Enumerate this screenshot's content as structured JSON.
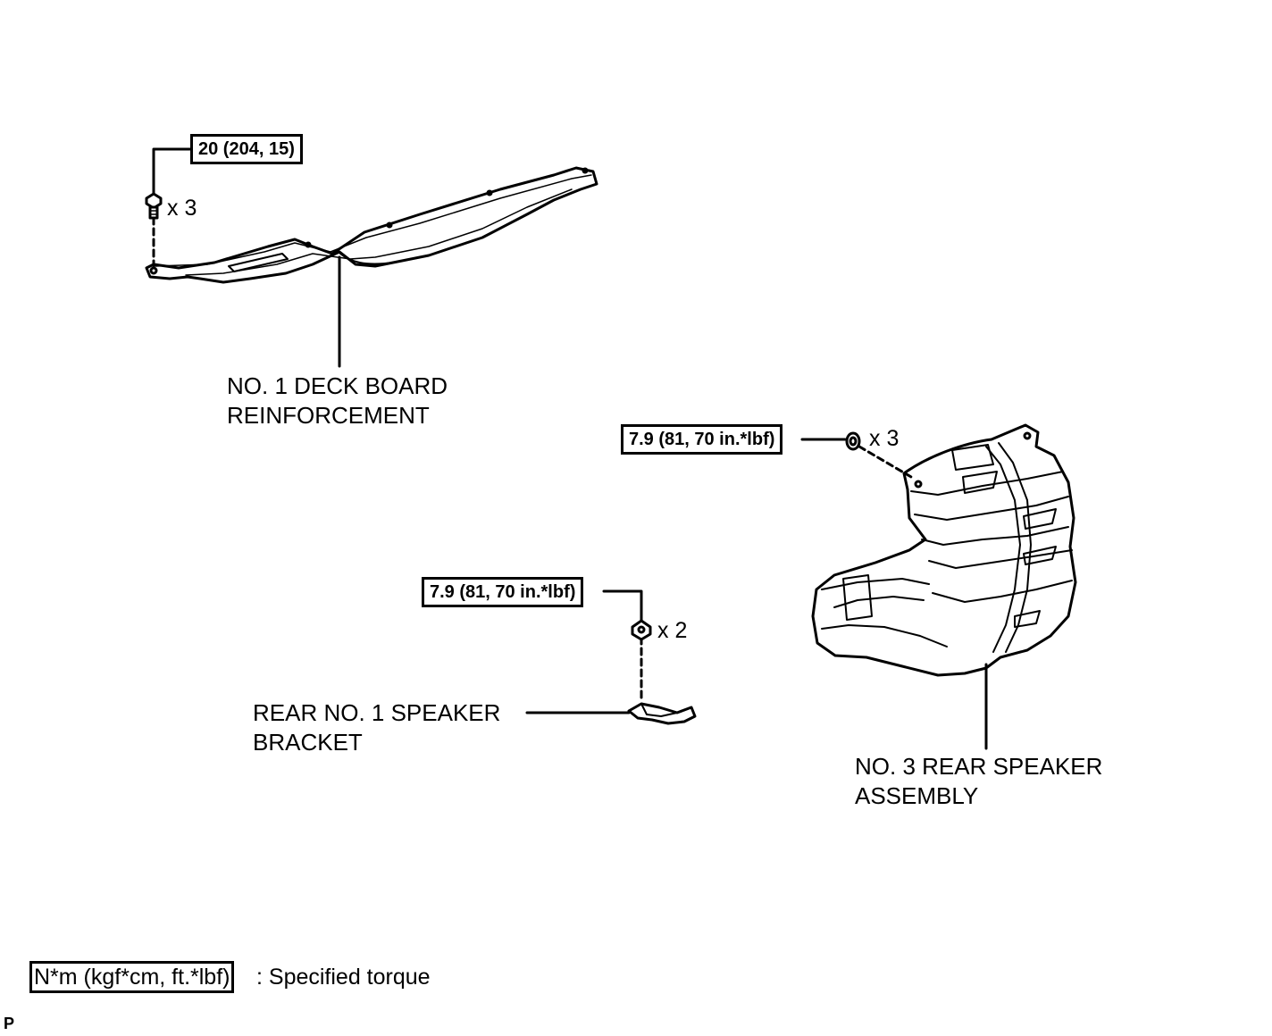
{
  "torque_specs": {
    "deck_board": "20 (204, 15)",
    "speaker_assembly": "7.9 (81, 70 in.*lbf)",
    "speaker_bracket": "7.9 (81, 70 in.*lbf)"
  },
  "quantities": {
    "deck_board_bolts": "x 3",
    "speaker_assembly_nuts": "x 3",
    "speaker_bracket_nuts": "x 2"
  },
  "parts": {
    "deck_board_line1": "NO. 1 DECK BOARD",
    "deck_board_line2": "REINFORCEMENT",
    "bracket_line1": "REAR NO. 1 SPEAKER",
    "bracket_line2": "BRACKET",
    "speaker_line1": "NO. 3 REAR SPEAKER",
    "speaker_line2": "ASSEMBLY"
  },
  "legend": {
    "box_label": "N*m (kgf*cm, ft.*lbf)",
    "description": ": Specified torque"
  },
  "corner_mark": "P"
}
